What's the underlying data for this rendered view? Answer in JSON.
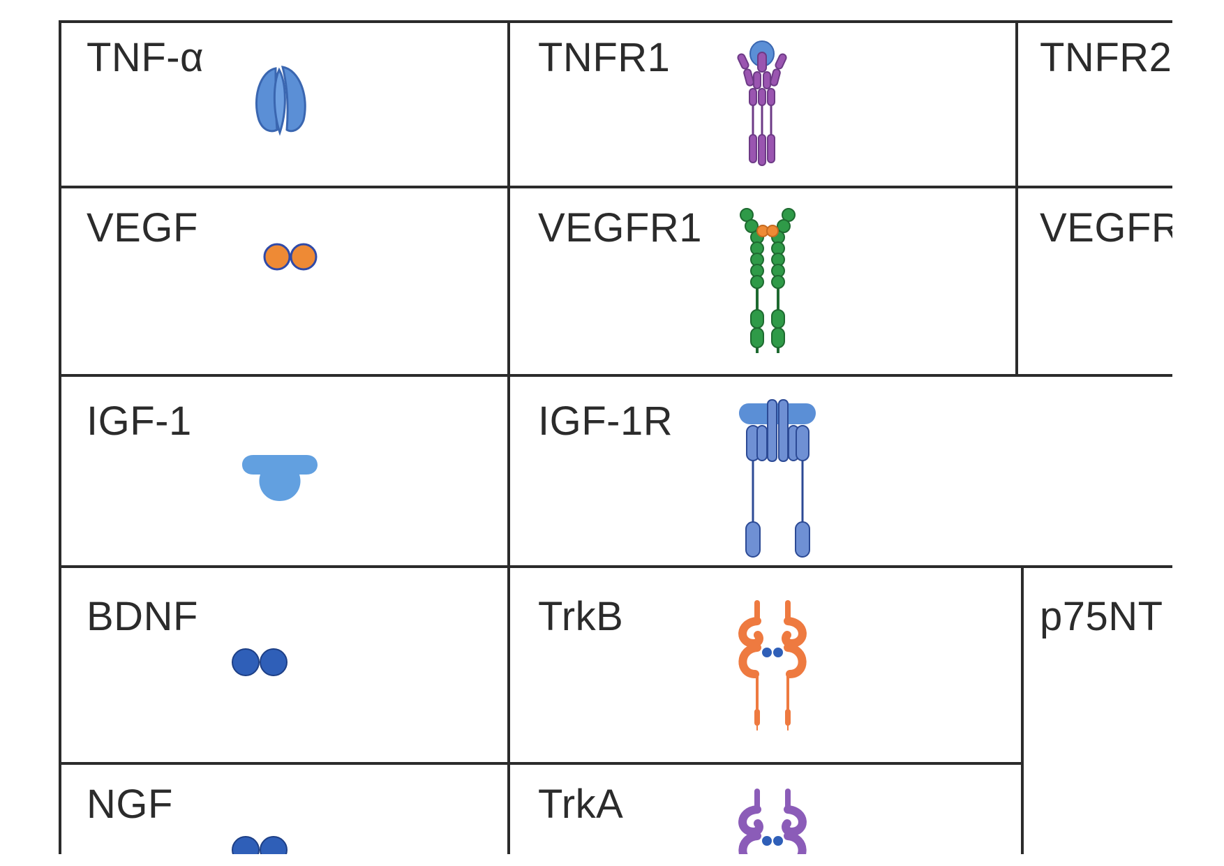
{
  "table": {
    "rows": [
      {
        "ligand": "TNF-α",
        "receptors": [
          "TNFR1",
          "TNFR2"
        ]
      },
      {
        "ligand": "VEGF",
        "receptors": [
          "VEGFR1",
          "VEGFR"
        ]
      },
      {
        "ligand": "IGF-1",
        "receptors": [
          "IGF-1R"
        ]
      },
      {
        "ligand": "BDNF",
        "receptors": [
          "TrkB",
          "p75NT"
        ]
      },
      {
        "ligand": "NGF",
        "receptors": [
          "TrkA"
        ]
      }
    ]
  },
  "icons": {
    "tnf_alpha": "tnf-alpha-trimer-icon",
    "tnfr1": "tnfr1-receptor-icon",
    "vegf": "vegf-dimer-icon",
    "vegfr1": "vegfr1-receptor-icon",
    "igf1": "igf1-ligand-icon",
    "igf1r": "igf1r-receptor-icon",
    "bdnf": "bdnf-dimer-icon",
    "trkb": "trkb-receptor-icon",
    "ngf": "ngf-dimer-icon",
    "trka": "trka-receptor-icon"
  },
  "colors": {
    "grid_line": "#2b2b2b",
    "label_text": "#2b2b2b",
    "tnf_blue": "#5b8fd6",
    "tnfr_purple": "#9a55b0",
    "vegf_orange": "#ee8a35",
    "vegfr_green": "#2f9a48",
    "igf_blue": "#62a0e0",
    "igfr_blue": "#6f90d4",
    "bdnf_dark_blue": "#2f5fb8",
    "trkb_orange": "#ee7a40",
    "trka_purple": "#8b5cb8"
  }
}
